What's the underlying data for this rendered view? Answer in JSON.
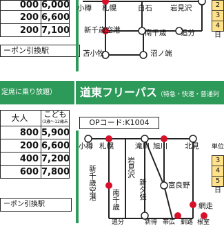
{
  "top_table": {
    "rows": [
      {
        "adult": "000",
        "child": "6,000"
      },
      {
        "adult": "200",
        "child": "6,600"
      },
      {
        "adult": "200",
        "child": "7,100"
      }
    ],
    "banner": "ーポン引換駅"
  },
  "top_map": {
    "stations": [
      "小樽",
      "札幌",
      "白石",
      "岩見沢",
      "新千歳空港",
      "南千歳",
      "追分",
      "苫小牧",
      "沼ノ端"
    ],
    "side_tabs": [
      "2日",
      "3日",
      "4日"
    ]
  },
  "left_lower": {
    "header_text": "定席に乗り放題）",
    "col_adult": "大人",
    "col_child": "こども",
    "col_child_sub": "(3歳〜12歳未満)",
    "rows": [
      {
        "adult": "800",
        "child": "5,900"
      },
      {
        "adult": "200",
        "child": "6,600"
      },
      {
        "adult": "400",
        "child": "7,200"
      },
      {
        "adult": "600",
        "child": "7,800"
      }
    ],
    "banner": "ーポン引換駅"
  },
  "doto_pass": {
    "title": "道東フリーパス",
    "subtitle": "（特急・快速・普通列",
    "op_code": "OPコード:K1004",
    "stations_top": [
      "小樽",
      "札幌",
      "滝川",
      "旭川",
      "北見"
    ],
    "stations_vertical": [
      "岩見沢",
      "新千歳空港",
      "南千歳",
      "新夕張",
      "富良野",
      "網走",
      "根室",
      "追分",
      "新得",
      "帯広",
      "釧路"
    ],
    "unit_label": "単位",
    "side_tabs": [
      "3日",
      "4日",
      "5日"
    ]
  },
  "colors": {
    "accent_green": "#2e9a5a",
    "red_station": "#d8102a",
    "tab_yellow": "#ffe18a"
  }
}
